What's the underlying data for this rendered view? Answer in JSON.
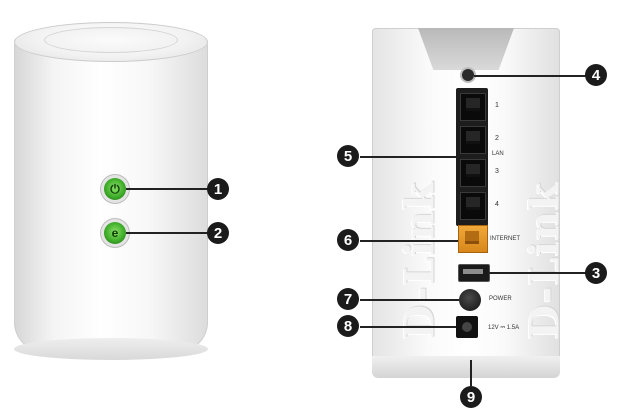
{
  "front": {
    "power_icon": "power-icon",
    "internet_icon": "internet-icon",
    "led_color": "#3fae2a"
  },
  "rear": {
    "brand_watermark": "D-Link",
    "port_labels": [
      "1",
      "2",
      "3",
      "4"
    ],
    "lan_label": "LAN",
    "internet_label": "INTERNET",
    "power_label": "POWER",
    "dc_label": "12V ⎓ 1.5A",
    "internet_port_color": "#e49a2c"
  },
  "callouts": [
    "1",
    "2",
    "3",
    "4",
    "5",
    "6",
    "7",
    "8",
    "9"
  ]
}
